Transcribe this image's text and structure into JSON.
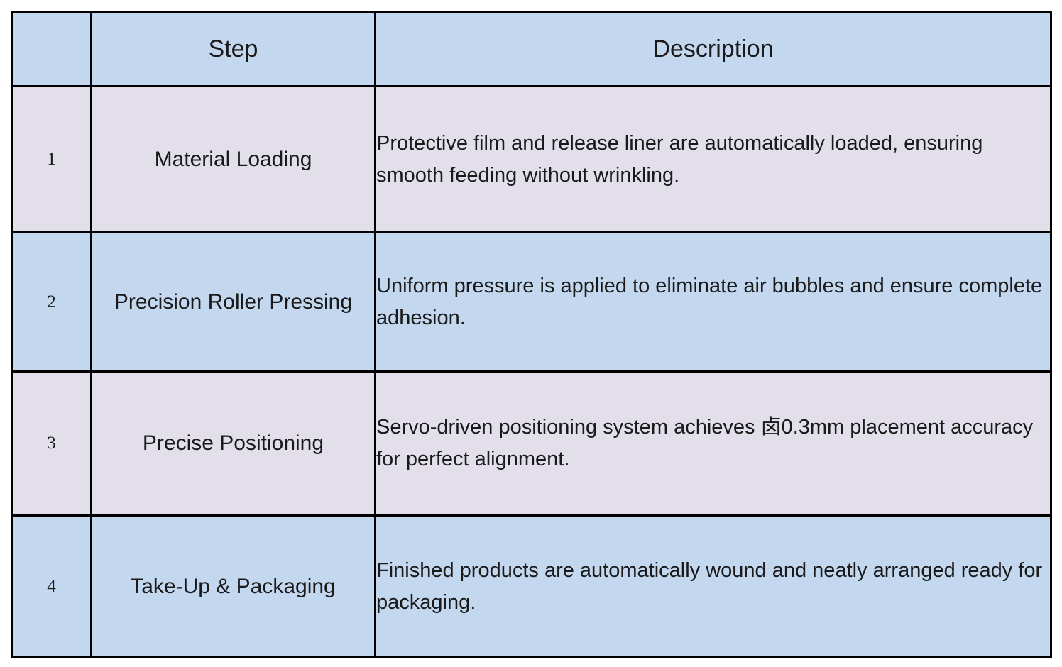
{
  "table": {
    "headers": {
      "index": "",
      "step": "Step",
      "description": "Description"
    },
    "rows": [
      {
        "index": "1",
        "step": "Material Loading",
        "description": "Protective film and release liner are automatically loaded, ensuring smooth feeding without wrinkling."
      },
      {
        "index": "2",
        "step": "Precision Roller Pressing",
        "description": "Uniform pressure is applied to eliminate air bubbles and ensure complete adhesion."
      },
      {
        "index": "3",
        "step": "Precise Positioning",
        "description": "Servo-driven positioning system achieves 卤0.3mm placement accuracy for perfect alignment."
      },
      {
        "index": "4",
        "step": "Take-Up & Packaging",
        "description": "Finished products are automatically wound and neatly arranged ready for packaging."
      }
    ]
  },
  "colors": {
    "header_bg": "#c3d7ef",
    "row_blue_bg": "#c3d7ef",
    "row_lavender_bg": "#e2deea",
    "border": "#000000",
    "text": "#1a1a1a"
  }
}
